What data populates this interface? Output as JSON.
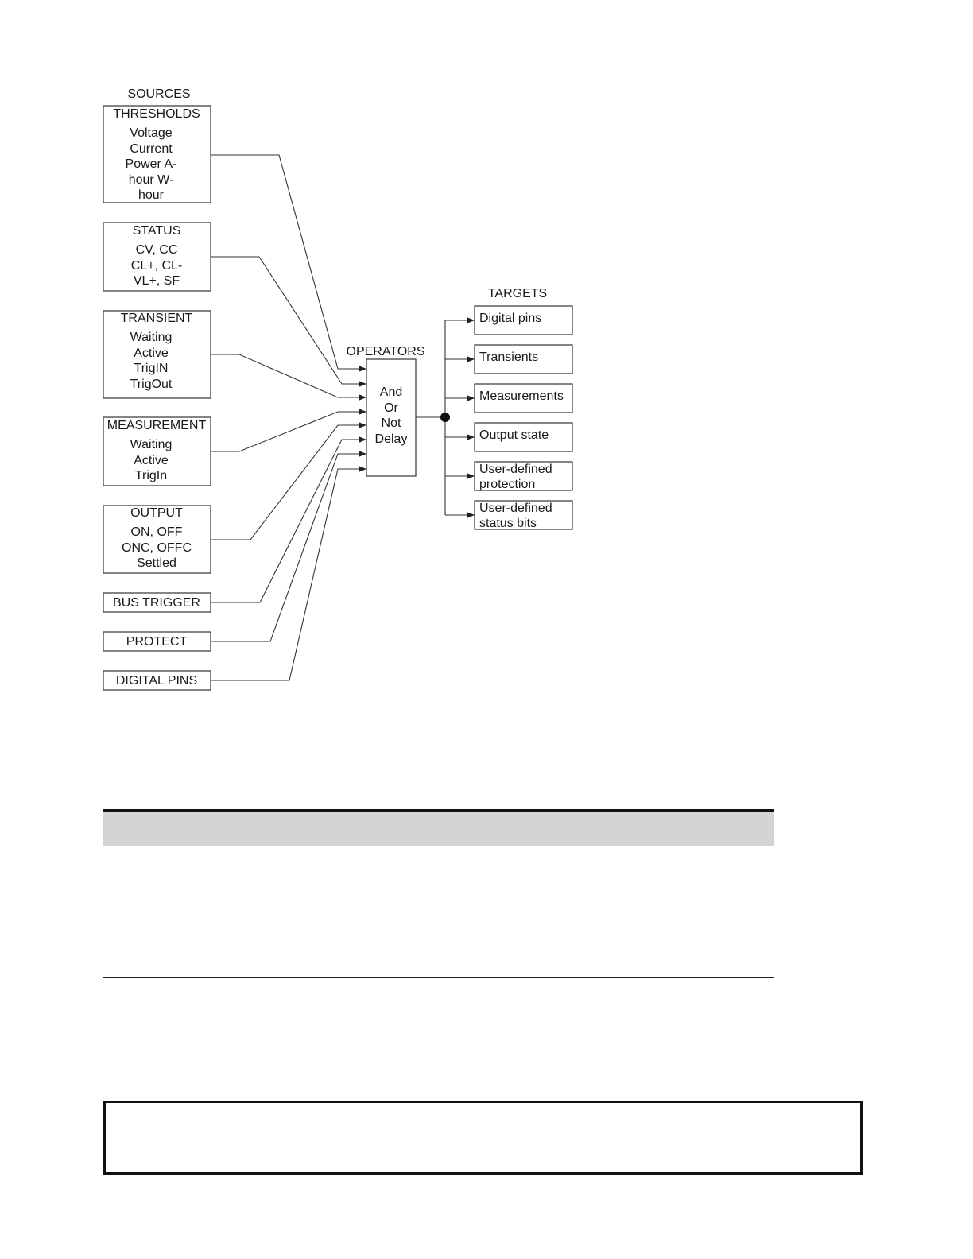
{
  "diagram": {
    "sources_title": "SOURCES",
    "operators_title": "OPERATORS",
    "targets_title": "TARGETS",
    "sources": [
      {
        "id": "thresholds",
        "header": "THRESHOLDS",
        "lines": [
          "Voltage",
          "Current",
          "Power A-",
          "hour W-",
          "hour"
        ]
      },
      {
        "id": "status",
        "header": "STATUS",
        "lines": [
          "CV, CC",
          "CL+, CL-",
          "VL+, SF"
        ]
      },
      {
        "id": "transient",
        "header": "TRANSIENT",
        "lines": [
          "Waiting",
          "Active",
          "TrigIN",
          "TrigOut"
        ]
      },
      {
        "id": "measurement",
        "header": "MEASUREMENT",
        "lines": [
          "Waiting",
          "Active",
          "TrigIn"
        ]
      },
      {
        "id": "output",
        "header": "OUTPUT",
        "lines": [
          "ON, OFF",
          "ONC, OFFC",
          "Settled"
        ]
      },
      {
        "id": "bus-trigger",
        "header": "BUS TRIGGER",
        "lines": []
      },
      {
        "id": "protect",
        "header": "PROTECT",
        "lines": []
      },
      {
        "id": "digital-pins",
        "header": "DIGITAL PINS",
        "lines": []
      }
    ],
    "operators": [
      "And",
      "Or",
      "Not",
      "Delay"
    ],
    "targets": [
      {
        "id": "digital-pins",
        "lines": [
          "Digital pins"
        ]
      },
      {
        "id": "transients",
        "lines": [
          "Transients"
        ]
      },
      {
        "id": "measurements",
        "lines": [
          "Measurements"
        ]
      },
      {
        "id": "output-state",
        "lines": [
          "Output state"
        ]
      },
      {
        "id": "user-defined-protection",
        "lines": [
          "User-defined",
          "protection"
        ]
      },
      {
        "id": "user-defined-status-bits",
        "lines": [
          "User-defined",
          "status bits"
        ]
      }
    ]
  }
}
